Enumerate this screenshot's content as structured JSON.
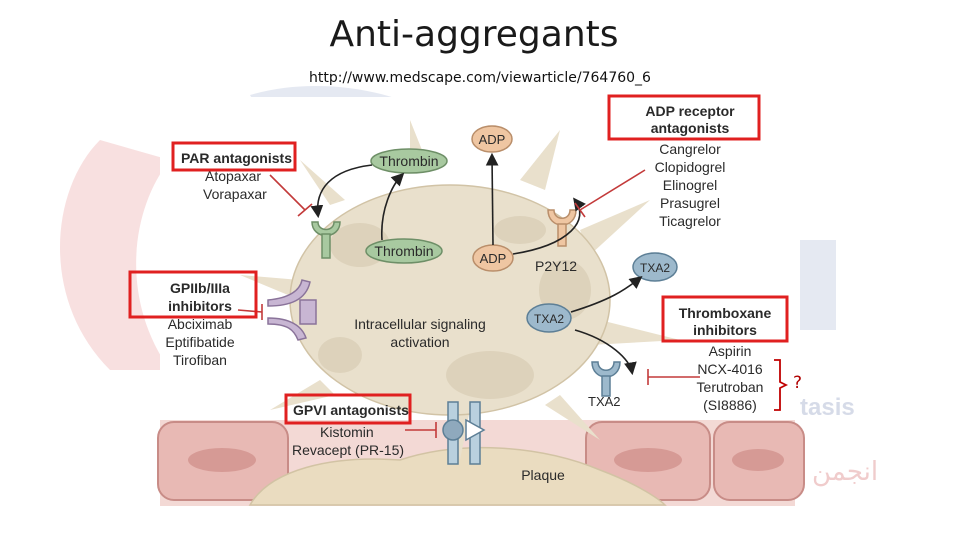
{
  "slide": {
    "title": "Anti-aggregants",
    "source_url": "http://www.medscape.com/viewarticle/764760_6",
    "question_mark": "?"
  },
  "watermark": {
    "word": "tasis",
    "arabic": "انجمن"
  },
  "diagram": {
    "molecules": {
      "thrombin_top": "Thrombin",
      "thrombin_bottom": "Thrombin",
      "adp_top": "ADP",
      "adp_bottom": "ADP",
      "txa2_right": "TXA2",
      "txa2_center": "TXA2"
    },
    "receptor_labels": {
      "p2y12": "P2Y12",
      "txa2_receptor": "TXA2"
    },
    "center_text": [
      "Intracellular signaling",
      "activation"
    ],
    "plaque": "Plaque",
    "drug_classes": [
      {
        "heading": [
          "PAR antagonists"
        ],
        "drugs": [
          "Atopaxar",
          "Vorapaxar"
        ]
      },
      {
        "heading": [
          "ADP receptor",
          "antagonists"
        ],
        "drugs": [
          "Cangrelor",
          "Clopidogrel",
          "Elinogrel",
          "Prasugrel",
          "Ticagrelor"
        ]
      },
      {
        "heading": [
          "GPIIb/IIIa",
          "inhibitors"
        ],
        "drugs": [
          "Abciximab",
          "Eptifibatide",
          "Tirofiban"
        ]
      },
      {
        "heading": [
          "Thromboxane",
          "inhibitors"
        ],
        "drugs": [
          "Aspirin",
          "NCX-4016",
          "Terutroban",
          "(SI8886)"
        ]
      },
      {
        "heading": [
          "GPVI antagonists"
        ],
        "drugs": [
          "Kistomin",
          "Revacept (PR-15)"
        ]
      }
    ]
  },
  "colors": {
    "highlight_box": "#e02020",
    "platelet": "#e9e0cc",
    "platelet_edge": "#c8b99a",
    "thrombin": "#a8c9a0",
    "adp": "#efc6a2",
    "txa2": "#9db9cc",
    "vessel_cell": "#e8b9b4",
    "inhibit_line": "#c33a3a"
  }
}
